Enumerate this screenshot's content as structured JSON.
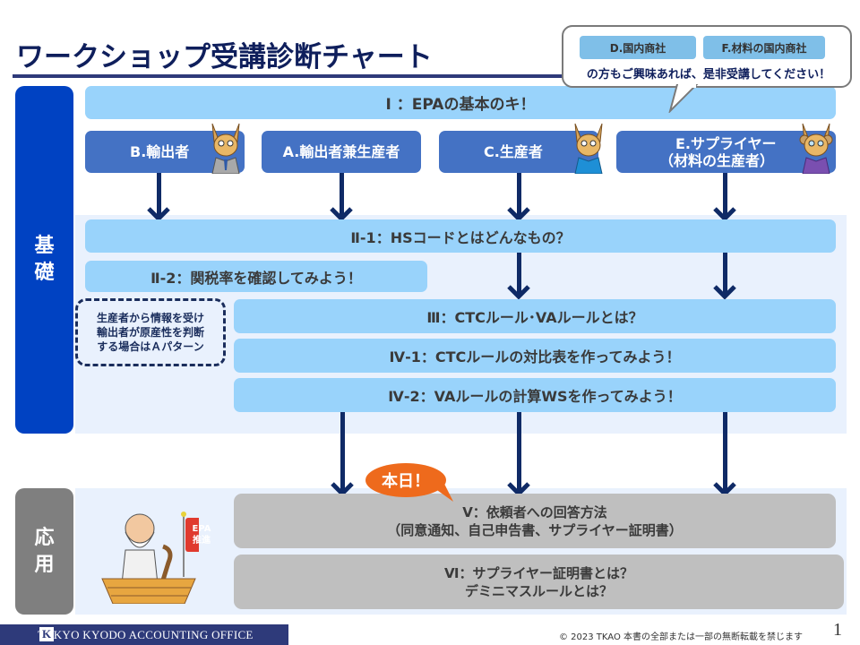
{
  "header": {
    "title": "ワークショップ受講診断チャート"
  },
  "callout": {
    "chips": [
      "D.国内商社",
      "F.材料の国内商社"
    ],
    "text": "の方もご興味あれば、是非受講してください！"
  },
  "sections": {
    "basic": "基礎",
    "basic_lines": [
      "基",
      "礎"
    ],
    "apply_lines": [
      "応",
      "用"
    ]
  },
  "roles": [
    {
      "label": "B.輸出者",
      "mascot": "kangaroo-suit-icon"
    },
    {
      "label": "A.輸出者兼生産者",
      "mascot": ""
    },
    {
      "label": "C.生産者",
      "mascot": "kangaroo-blue-shirt-icon"
    },
    {
      "label_line1": "E.サプライヤー",
      "label_line2": "（材料の生産者）",
      "mascot": "kangaroo-purple-icon"
    }
  ],
  "modules": {
    "m1": "Ⅰ ：EPAの基本のキ！",
    "m2_1": "Ⅱ-1：HSコードとはどんなもの？",
    "m2_2": "Ⅱ-2：関税率を確認してみよう！",
    "m3": "Ⅲ：CTCルール･VAルールとは？",
    "m4_1": "Ⅳ-1：CTCルールの対比表を作ってみよう！",
    "m4_2": "Ⅳ-2：VAルールの計算WSを作ってみよう！",
    "m5_line1": "Ⅴ：依頼者への回答方法",
    "m5_line2": "（同意通知、自己申告書、サプライヤー証明書）",
    "m6_line1": "Ⅵ：サプライヤー証明書とは？",
    "m6_line2": "デミニマスルールとは？"
  },
  "note": {
    "lines": [
      "生産者から情報を受け",
      "輸出者が原産性を判断",
      "する場合はＡパターン"
    ]
  },
  "badge_today": "本日！",
  "flag_text": [
    "EPA",
    "推進"
  ],
  "footer": {
    "logo_letter": "K",
    "company": "TOKYO KYODO ACCOUNTING OFFICE",
    "copyright": "© 2023 TKAO 本書の全部または一部の無断転載を禁じます",
    "page": "1"
  },
  "colors": {
    "title": "#0f1f5c",
    "basic_side": "#0042c2",
    "apply_side": "#7f7f7f",
    "light_box": "#99d3fb",
    "role_box": "#4472c4",
    "gray_box": "#bfbfbf",
    "arrow": "#0f2a66",
    "today_badge": "#ee6a1c",
    "footer_bar": "#2e3a7a"
  }
}
